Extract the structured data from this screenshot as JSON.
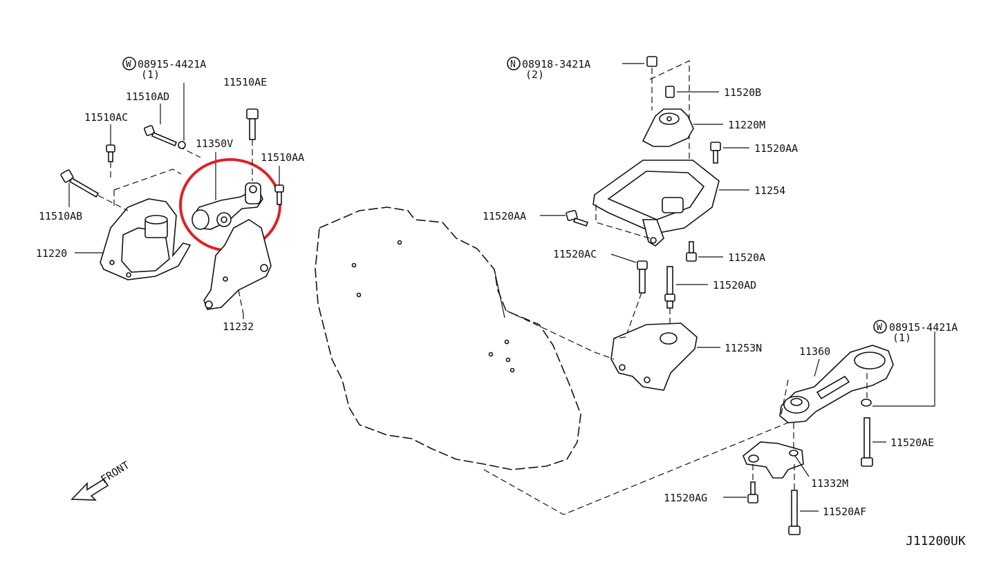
{
  "diagram_code": "J11200UK",
  "front_label": "FRONT",
  "highlight_color": "#dd2222",
  "labels": {
    "p11220": "11220",
    "p11510AB": "11510AB",
    "p11510AC": "11510AC",
    "p11510AD": "11510AD",
    "p11510AE": "11510AE",
    "p11510AA": "11510AA",
    "p11350V": "11350V",
    "p11232": "11232",
    "w1_code": "08915-4421A",
    "w1_qty": "(1)",
    "n_code": "08918-3421A",
    "n_qty": "(2)",
    "p11520B": "11520B",
    "p11220M": "11220M",
    "p11520AA_r": "11520AA",
    "p11254": "11254",
    "p11520AA_l": "11520AA",
    "p11520AC": "11520AC",
    "p11520A": "11520A",
    "p11520AD": "11520AD",
    "p11253N": "11253N",
    "p11360": "11360",
    "w2_code": "08915-4421A",
    "w2_qty": "(1)",
    "p11520AE": "11520AE",
    "p11332M": "11332M",
    "p11520AG": "11520AG",
    "p11520AF": "11520AF"
  },
  "markers": {
    "washer": "W",
    "nut": "N"
  }
}
